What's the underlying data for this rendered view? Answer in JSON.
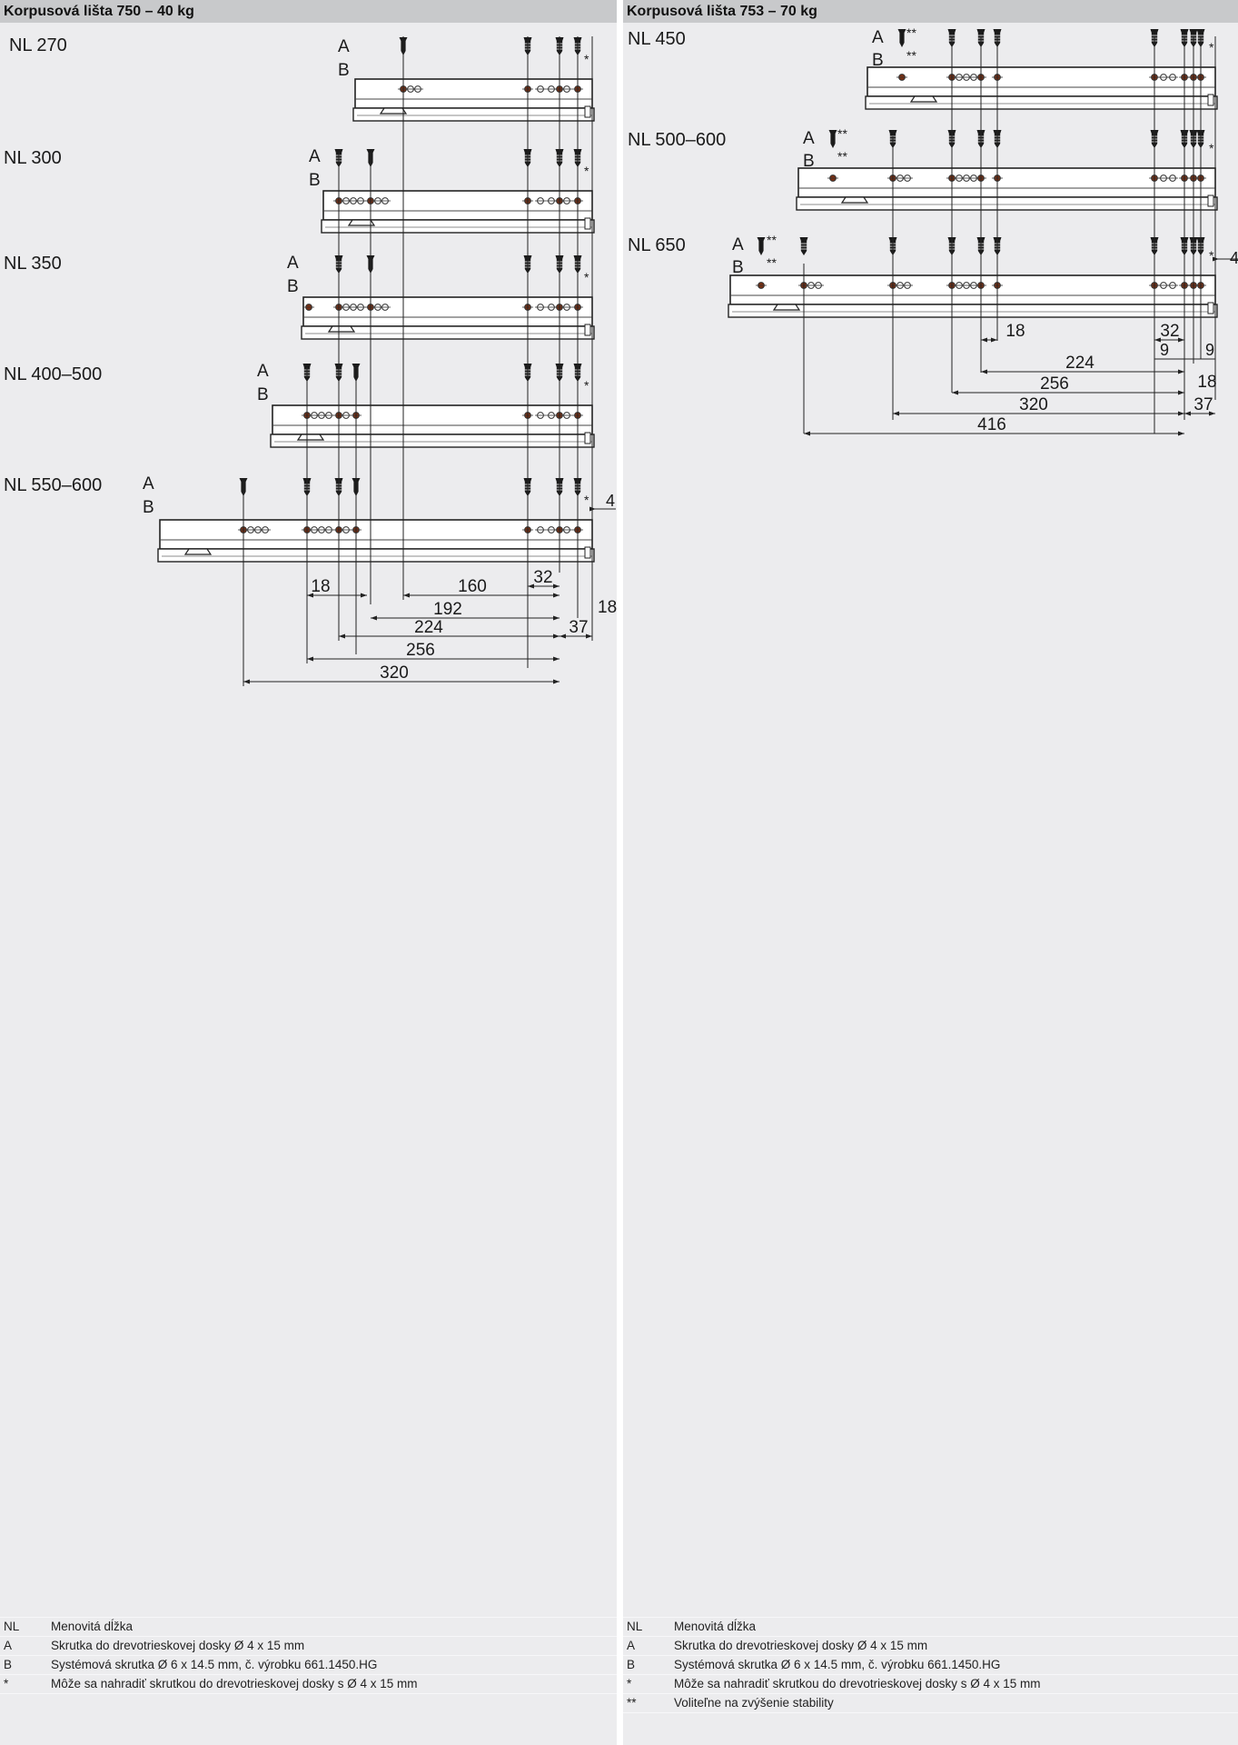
{
  "left_panel": {
    "title": "Korpusová lišta 750 – 40 kg",
    "rows": [
      {
        "nl": "NL 270"
      },
      {
        "nl": "NL 300"
      },
      {
        "nl": "NL 350"
      },
      {
        "nl": "NL 400–500"
      },
      {
        "nl": "NL 550–600"
      }
    ],
    "labels": {
      "a": "A",
      "b": "B",
      "star": "*"
    },
    "dimensions": [
      "18",
      "160",
      "32",
      "192",
      "18",
      "224",
      "37",
      "256",
      "320",
      "4"
    ],
    "legend": [
      {
        "key": "NL",
        "text": "Menovitá dĺžka"
      },
      {
        "key": "A",
        "text": "Skrutka do drevotrieskovej dosky Ø 4 x 15 mm"
      },
      {
        "key": "B",
        "text": "Systémová skrutka Ø 6 x 14.5 mm, č. výrobku 661.1450.HG"
      },
      {
        "key": "*",
        "text": "Môže sa nahradiť skrutkou do drevotrieskovej dosky s Ø 4 x 15 mm"
      }
    ]
  },
  "right_panel": {
    "title": "Korpusová lišta 753 – 70 kg",
    "rows": [
      {
        "nl": "NL 450"
      },
      {
        "nl": "NL 500–600"
      },
      {
        "nl": "NL 650"
      }
    ],
    "labels": {
      "a": "A",
      "b": "B",
      "star": "*",
      "double_star": "**"
    },
    "dimensions": [
      "18",
      "32",
      "9",
      "9",
      "224",
      "18",
      "256",
      "320",
      "37",
      "416",
      "4"
    ],
    "legend": [
      {
        "key": "NL",
        "text": "Menovitá dĺžka"
      },
      {
        "key": "A",
        "text": "Skrutka do drevotrieskovej dosky Ø 4 x 15 mm"
      },
      {
        "key": "B",
        "text": "Systémová skrutka Ø 6 x 14.5 mm, č. výrobku 661.1450.HG"
      },
      {
        "key": "*",
        "text": "Môže sa nahradiť skrutkou do drevotrieskovej dosky s Ø 4 x 15 mm"
      },
      {
        "key": "**",
        "text": "Voliteľne na zvýšenie stability"
      }
    ]
  }
}
